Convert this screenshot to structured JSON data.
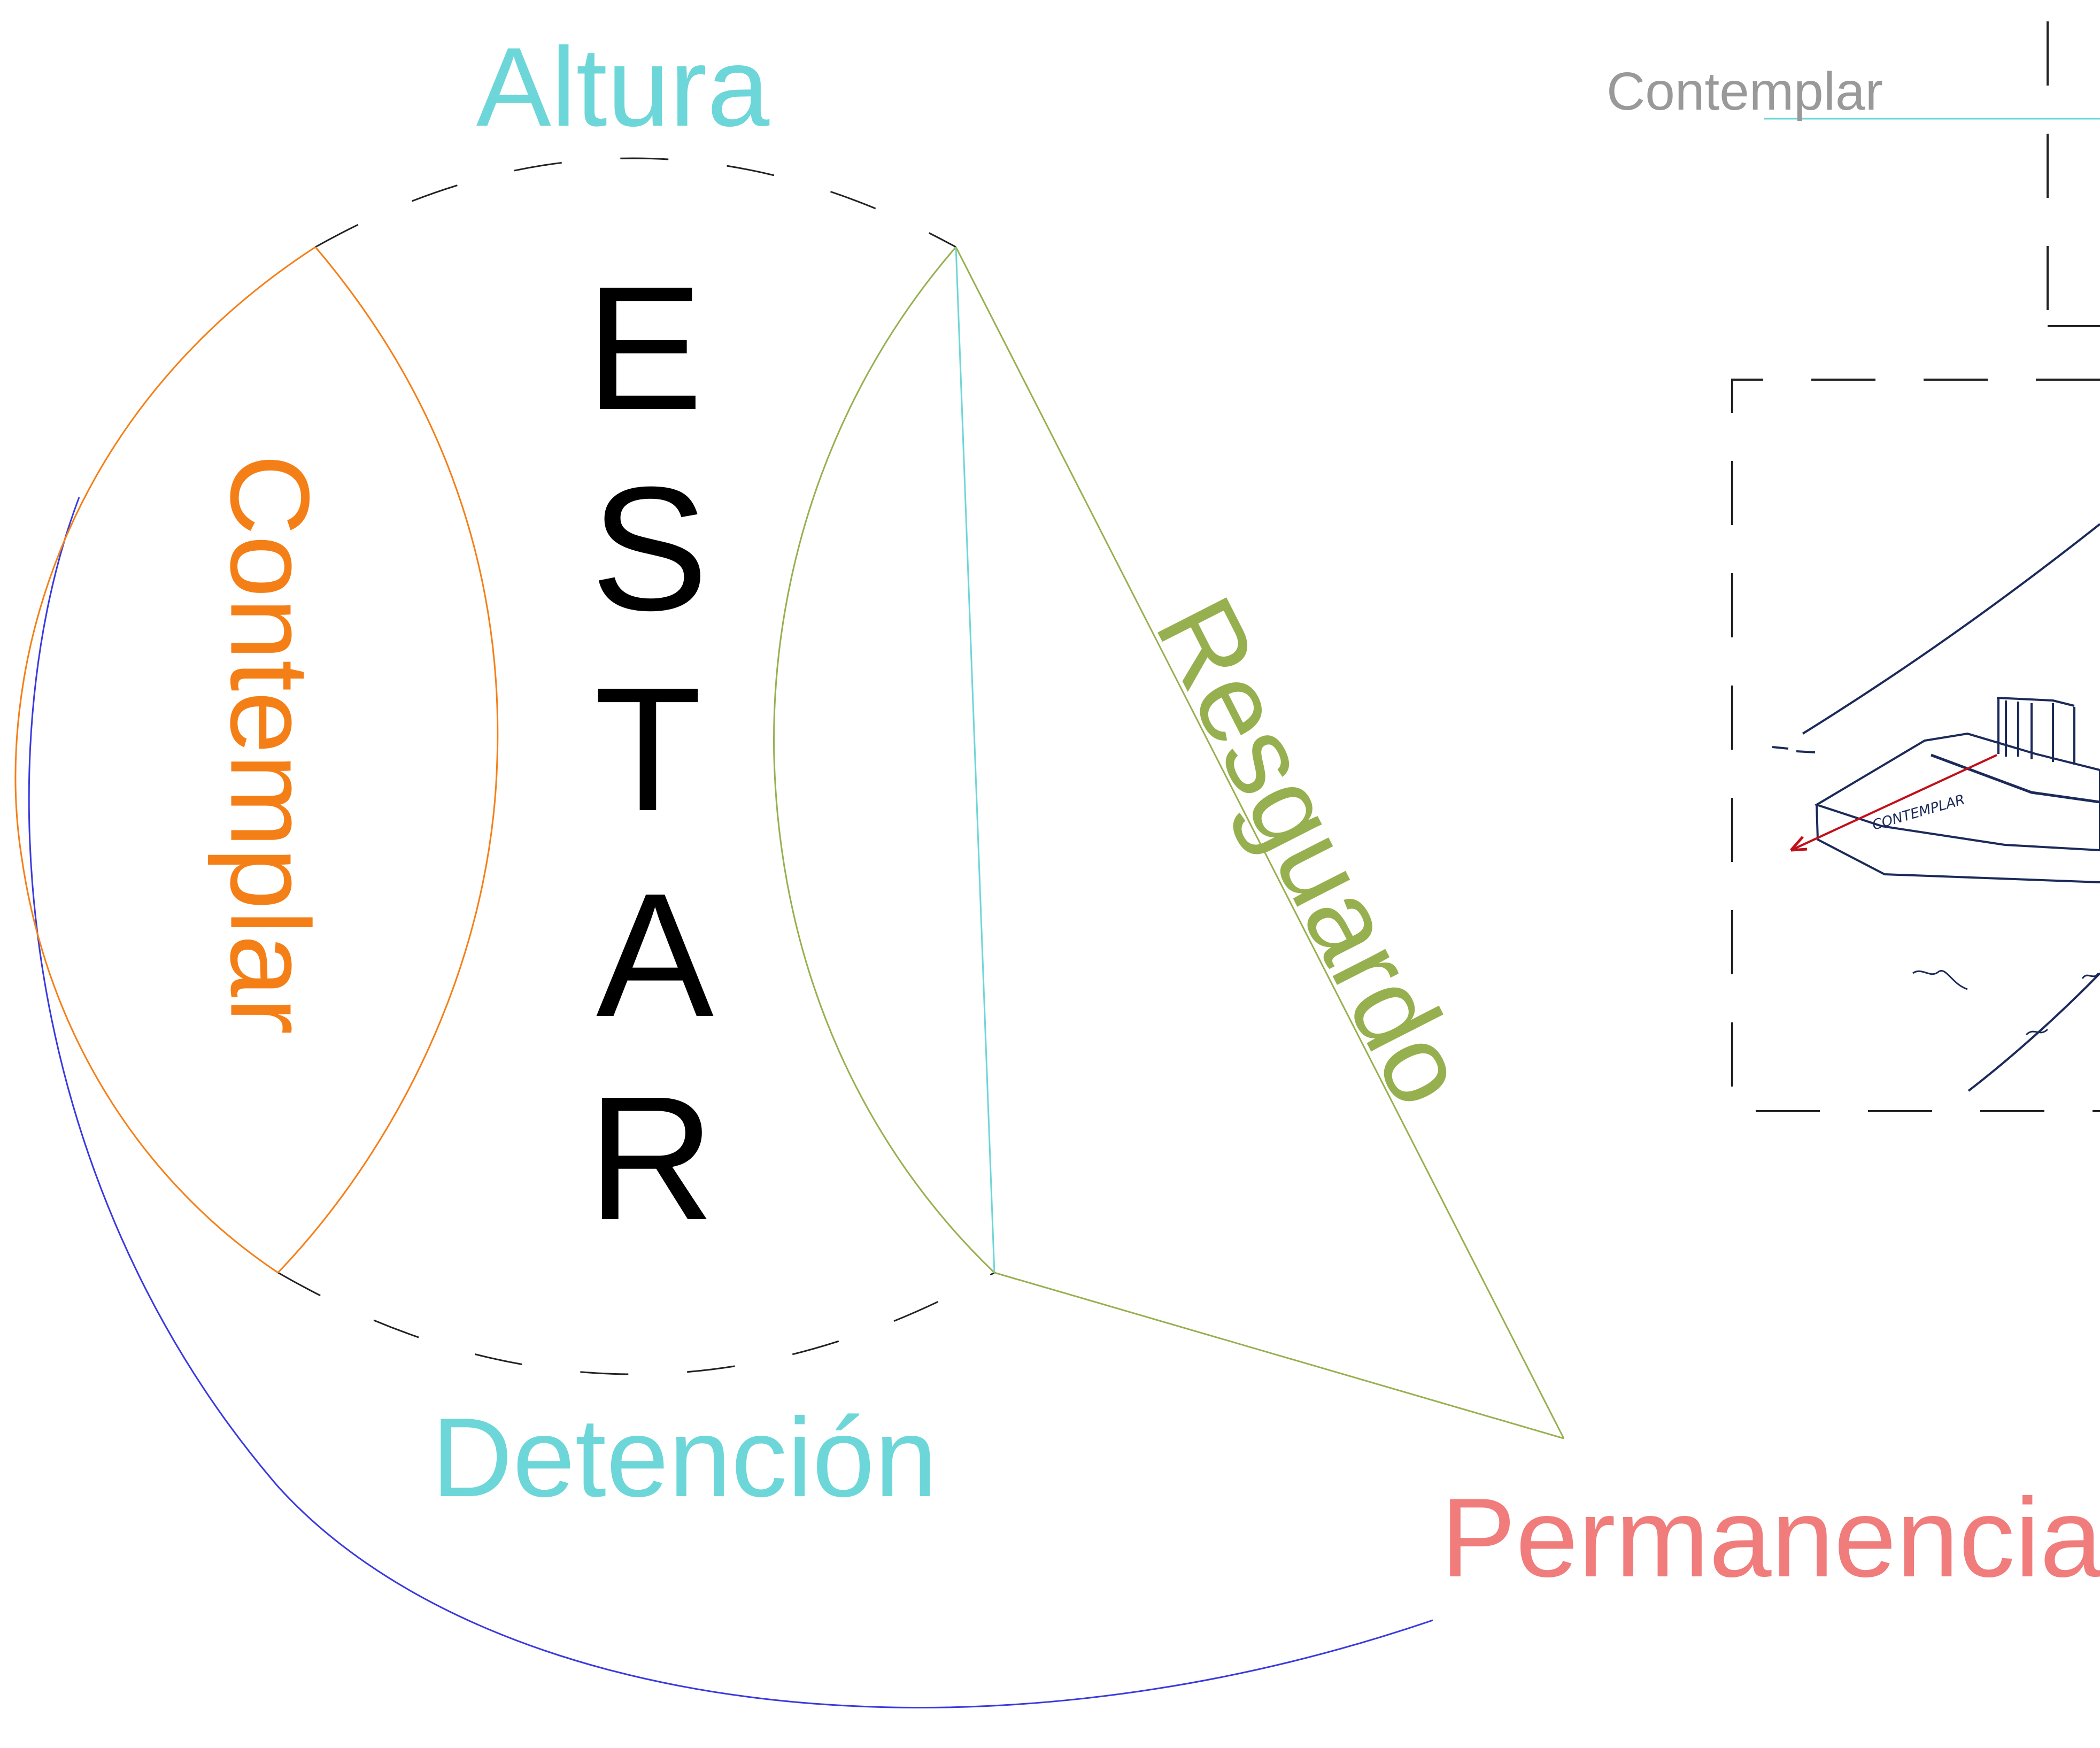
{
  "diagram": {
    "center_word": [
      "E",
      "S",
      "T",
      "A",
      "R"
    ],
    "labels": {
      "top": "Altura",
      "bottom": "Detención",
      "left_vertical": "Contemplar",
      "right_diagonal": "Resguardo",
      "bottom_right": "Permanencia",
      "top_right_small": "Contemplar"
    },
    "sketch": {
      "handwritten_label": "CONTEMPLAR"
    },
    "colors": {
      "center_word": "#000000",
      "altura": "#6dd6d8",
      "detencion": "#6dd6d8",
      "contemplar": "#f57f17",
      "resguardo": "#97b04f",
      "permanencia": "#f07c7c",
      "small_label": "#999999",
      "outer_arc": "#3a3adf",
      "dashed_circle": "#222222",
      "sketch_ink": "#1b2a5a",
      "sketch_arrow": "#c0101a"
    }
  }
}
